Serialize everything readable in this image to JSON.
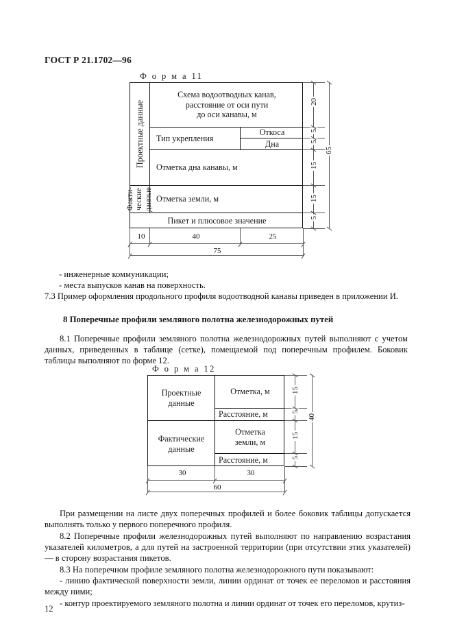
{
  "document": {
    "standard_code": "ГОСТ Р 21.1702—96",
    "page_number": "12"
  },
  "form11": {
    "caption": "Ф о р м а  11",
    "rows": [
      {
        "side_label": "Проектные данные",
        "title": "Схема водоотводных канав,\nрасстояние от оси пути\nдо оси канавы, м",
        "height_mm": "20"
      },
      {
        "title": "Тип укрепления",
        "sub1": "Откоса",
        "sub2": "Дна",
        "height_mm_1": "5",
        "height_mm_2": "5"
      },
      {
        "title": "Отметка дна канавы, м",
        "height_mm": "15"
      },
      {
        "side_label": "Факти-\nческие\nданные",
        "title": "Отметка земли, м",
        "height_mm": "15"
      },
      {
        "title": "Пикет и плюсовое значение",
        "height_mm": "5"
      }
    ],
    "cells": {
      "side_proj": "Проектные данные",
      "side_fact_1": "Факти-",
      "side_fact_2": "ческие",
      "side_fact_3": "данные",
      "scheme_line1": "Схема водоотводных канав,",
      "scheme_line2": "расстояние от оси пути",
      "scheme_line3": "до оси канавы, м",
      "tip_ukrepleniya": "Тип укрепления",
      "otkosa": "Откоса",
      "dna": "Дна",
      "otmetka_dna": "Отметка дна канавы, м",
      "otmetka_zemli": "Отметка земли, м",
      "piket": "Пикет и плюсовое значение"
    },
    "vertical_dims": [
      "20",
      "5",
      "5",
      "15",
      "15",
      "5"
    ],
    "total_height": "65",
    "horizontal_dims": [
      "10",
      "40",
      "25"
    ],
    "total_width": "75"
  },
  "form12": {
    "caption": "Ф о р м а  12",
    "cells": {
      "proj_line1": "Проектные",
      "proj_line2": "данные",
      "fact_line1": "Фактические",
      "fact_line2": "данные",
      "otmetka_m": "Отметка, м",
      "rasstoyanie_1": "Расстояние, м",
      "otmetka_zemli_1": "Отметка",
      "otmetka_zemli_2": "земли, м",
      "rasstoyanie_2": "Расстояние, м"
    },
    "vertical_dims": [
      "15",
      "5",
      "15",
      "5"
    ],
    "total_height": "40",
    "horizontal_dims": [
      "30",
      "30"
    ],
    "total_width": "60"
  },
  "text": {
    "bullet_1": "- инженерные коммуникации;",
    "bullet_2": "- места выпусков канав на поверхность.",
    "para_7_3": "7.3 Пример оформления продольного профиля водоотводной канавы приведен в приложении И.",
    "heading_8": "8 Поперечные профили земляного полотна железнодорожных путей",
    "para_8_1": "8.1 Поперечные профили земляного полотна железнодорожных путей выполняют с учетом данных, приведенных в таблице (сетке), помещаемой под поперечным профилем. Боковик таблицы выполняют по форме 12.",
    "para_note": "При размещении на листе двух поперечных профилей и более боковик таблицы допускается выполнять только у первого поперечного профиля.",
    "para_8_2": "8.2 Поперечные профили железнодорожных путей выполняют по направлению возрастания указателей километров, а для путей на застроенной территории (при отсутствии этих указателей) — в сторону возрастания пикетов.",
    "para_8_3": "8.3 На поперечном профиле земляного полотна железнодорожного пути показывают:",
    "bullet_3": "- линию фактической поверхности земли, линии ординат от точек ее переломов и расстояния между ними;",
    "bullet_4": "- контур проектируемого земляного полотна и линии ординат от точек его переломов, крутиз-"
  }
}
